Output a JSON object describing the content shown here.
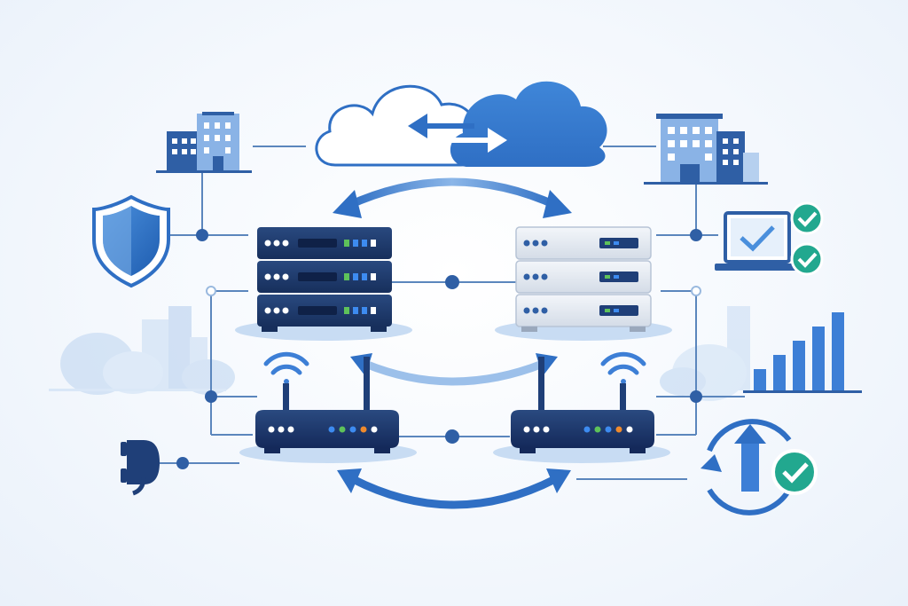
{
  "diagram": {
    "nodes": [
      {
        "id": "cloud-private",
        "kind": "cloud",
        "icon": "cloud-outline-icon"
      },
      {
        "id": "cloud-public",
        "kind": "cloud",
        "icon": "cloud-filled-icon"
      },
      {
        "id": "building-left",
        "kind": "office-building",
        "icon": "building-icon"
      },
      {
        "id": "building-right",
        "kind": "office-building",
        "icon": "building-icon"
      },
      {
        "id": "shield",
        "kind": "security",
        "icon": "shield-icon"
      },
      {
        "id": "laptop",
        "kind": "verified-device",
        "icon": "laptop-check-icon"
      },
      {
        "id": "server-primary",
        "kind": "server-rack",
        "icon": "server-stack-dark-icon"
      },
      {
        "id": "server-secondary",
        "kind": "server-rack",
        "icon": "server-stack-light-icon"
      },
      {
        "id": "router-left",
        "kind": "wireless-router",
        "icon": "router-wifi-icon"
      },
      {
        "id": "router-right",
        "kind": "wireless-router",
        "icon": "router-wifi-icon"
      },
      {
        "id": "plug",
        "kind": "power",
        "icon": "power-plug-icon"
      },
      {
        "id": "bar-chart",
        "kind": "analytics",
        "icon": "bar-chart-icon"
      },
      {
        "id": "sync-upload",
        "kind": "sync",
        "icon": "sync-upload-check-icon"
      },
      {
        "id": "skyline-left",
        "kind": "decorative",
        "icon": "city-skyline-icon"
      },
      {
        "id": "skyline-right",
        "kind": "decorative",
        "icon": "city-skyline-icon"
      }
    ],
    "links": [
      {
        "from": "cloud-private",
        "to": "cloud-public",
        "type": "bidirectional-arrow"
      },
      {
        "from": "server-primary",
        "to": "server-secondary",
        "type": "bidirectional-arrow"
      },
      {
        "from": "router-left",
        "to": "router-right",
        "type": "bidirectional-arrow"
      },
      {
        "from": "router-left",
        "to": "router-right",
        "type": "bidirectional-arrow-bottom"
      },
      {
        "from": "server-primary",
        "to": "server-secondary",
        "type": "line"
      },
      {
        "from": "router-left",
        "to": "router-right",
        "type": "line"
      },
      {
        "from": "building-left",
        "to": "cloud-private",
        "type": "line"
      },
      {
        "from": "cloud-public",
        "to": "building-right",
        "type": "line"
      },
      {
        "from": "shield",
        "to": "server-primary",
        "type": "line"
      },
      {
        "from": "server-secondary",
        "to": "laptop",
        "type": "line"
      },
      {
        "from": "plug",
        "to": "router-left",
        "type": "line"
      },
      {
        "from": "router-right",
        "to": "sync-upload",
        "type": "line"
      }
    ],
    "colors": {
      "primary": "#2f6fc4",
      "dark_navy": "#1f3f78",
      "light_blue": "#a9c9ee",
      "pale_blue": "#d6e6f8",
      "check_green": "#22a88f",
      "led_green": "#5ec25a",
      "led_orange": "#f08a2c",
      "led_blue": "#3d8bf0"
    }
  }
}
